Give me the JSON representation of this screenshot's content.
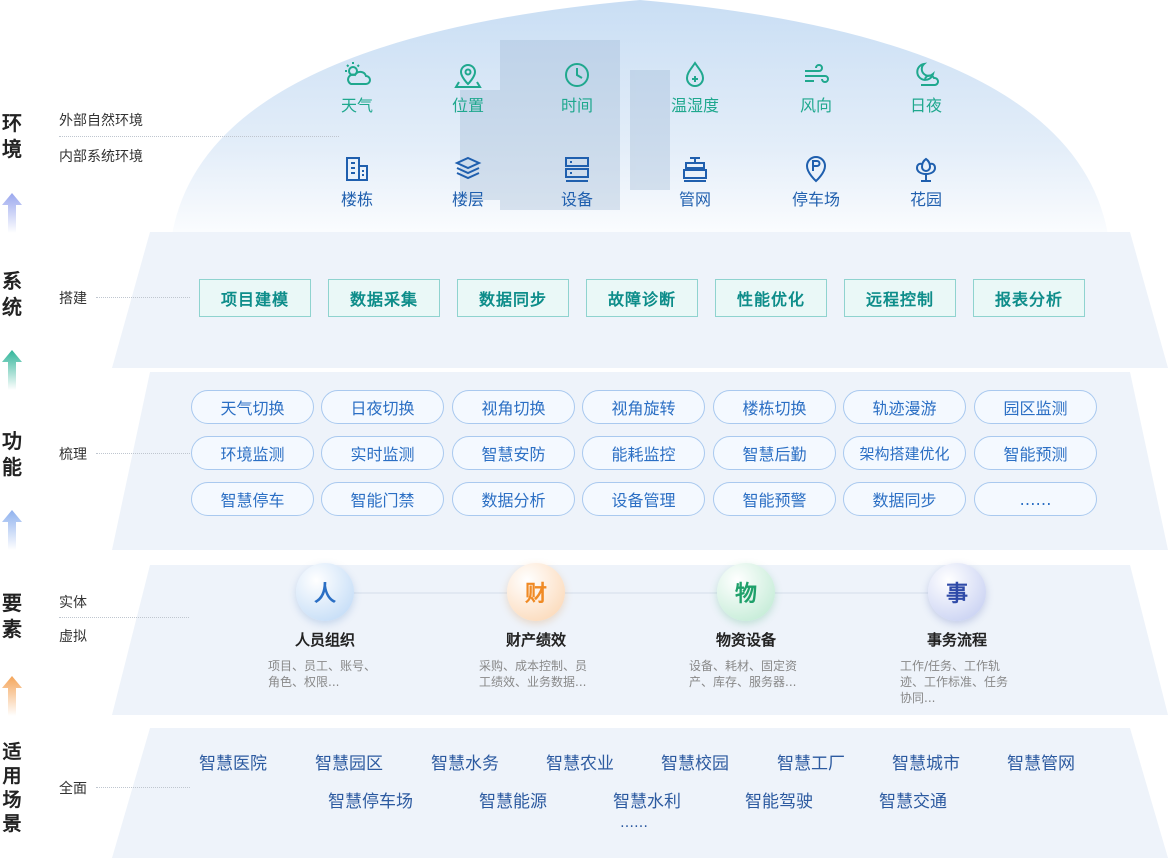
{
  "rail": {
    "env": "环\n境",
    "sys": "系\n统",
    "func": "功\n能",
    "elem": "要\n素",
    "scene": "适用场景"
  },
  "labels": {
    "outer_env": "外部自然环境",
    "inner_env": "内部系统环境",
    "build": "搭建",
    "sort": "梳理",
    "entity": "实体",
    "virtual": "虚拟",
    "all": "全面"
  },
  "env_outer": [
    {
      "label": "天气",
      "icon": "weather-icon"
    },
    {
      "label": "位置",
      "icon": "location-icon"
    },
    {
      "label": "时间",
      "icon": "clock-icon"
    },
    {
      "label": "温湿度",
      "icon": "humidity-icon"
    },
    {
      "label": "风向",
      "icon": "wind-icon"
    },
    {
      "label": "日夜",
      "icon": "day-night-icon"
    }
  ],
  "env_inner": [
    {
      "label": "楼栋",
      "icon": "building-icon"
    },
    {
      "label": "楼层",
      "icon": "floors-icon"
    },
    {
      "label": "设备",
      "icon": "server-icon"
    },
    {
      "label": "管网",
      "icon": "pipe-network-icon"
    },
    {
      "label": "停车场",
      "icon": "parking-icon"
    },
    {
      "label": "花园",
      "icon": "flower-icon"
    }
  ],
  "system": [
    "项目建模",
    "数据采集",
    "数据同步",
    "故障诊断",
    "性能优化",
    "远程控制",
    "报表分析"
  ],
  "functions": [
    [
      "天气切换",
      "日夜切换",
      "视角切换",
      "视角旋转",
      "楼栋切换",
      "轨迹漫游",
      "园区监测"
    ],
    [
      "环境监测",
      "实时监测",
      "智慧安防",
      "能耗监控",
      "智慧后勤",
      "架构搭建优化",
      "智能预测"
    ],
    [
      "智慧停车",
      "智能门禁",
      "数据分析",
      "设备管理",
      "智能预警",
      "数据同步",
      "……"
    ]
  ],
  "elements": [
    {
      "char": "人",
      "title": "人员组织",
      "desc": "项目、员工、账号、角色、权限..."
    },
    {
      "char": "财",
      "title": "财产绩效",
      "desc": "采购、成本控制、员工绩效、业务数据..."
    },
    {
      "char": "物",
      "title": "物资设备",
      "desc": "设备、耗材、固定资产、库存、服务器..."
    },
    {
      "char": "事",
      "title": "事务流程",
      "desc": "工作/任务、工作轨迹、工作标准、任务协同..."
    }
  ],
  "scenes_row1": [
    "智慧医院",
    "智慧园区",
    "智慧水务",
    "智慧农业",
    "智慧校园",
    "智慧工厂",
    "智慧城市",
    "智慧管网"
  ],
  "scenes_row2": [
    "智慧停车场",
    "智慧能源",
    "智慧水利",
    "智能驾驶",
    "智慧交通"
  ],
  "scenes_more": "……",
  "colors": {
    "teal": "#1fa88e",
    "blue": "#1f5fae",
    "pill_text": "#2b6fc4",
    "orange": "#f08a24",
    "green": "#1fa06a",
    "navy": "#2f4aa8"
  }
}
